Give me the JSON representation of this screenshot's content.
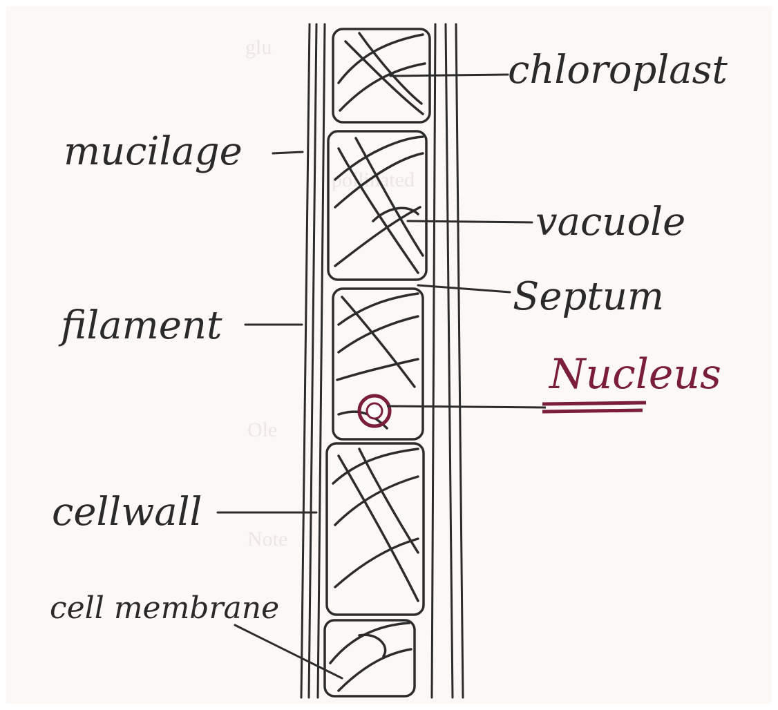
{
  "diagram": {
    "labels": {
      "chloroplast": "chloroplast",
      "mucilage": "mucilage",
      "vacuole": "vacuole",
      "septum": "Septum",
      "filament": "filament",
      "nucleus": "Nucleus",
      "cellwall": "cellwall",
      "cell_membrane": "cell membrane"
    },
    "colors": {
      "paper": "#fbf8f6",
      "ink": "#2c2c2c",
      "nucleus_ink": "#7a1e3c",
      "bleed_through": "#ece7e5"
    },
    "bleed_through_text": [
      "glu",
      "pollinated",
      "Ole",
      "Note"
    ]
  }
}
